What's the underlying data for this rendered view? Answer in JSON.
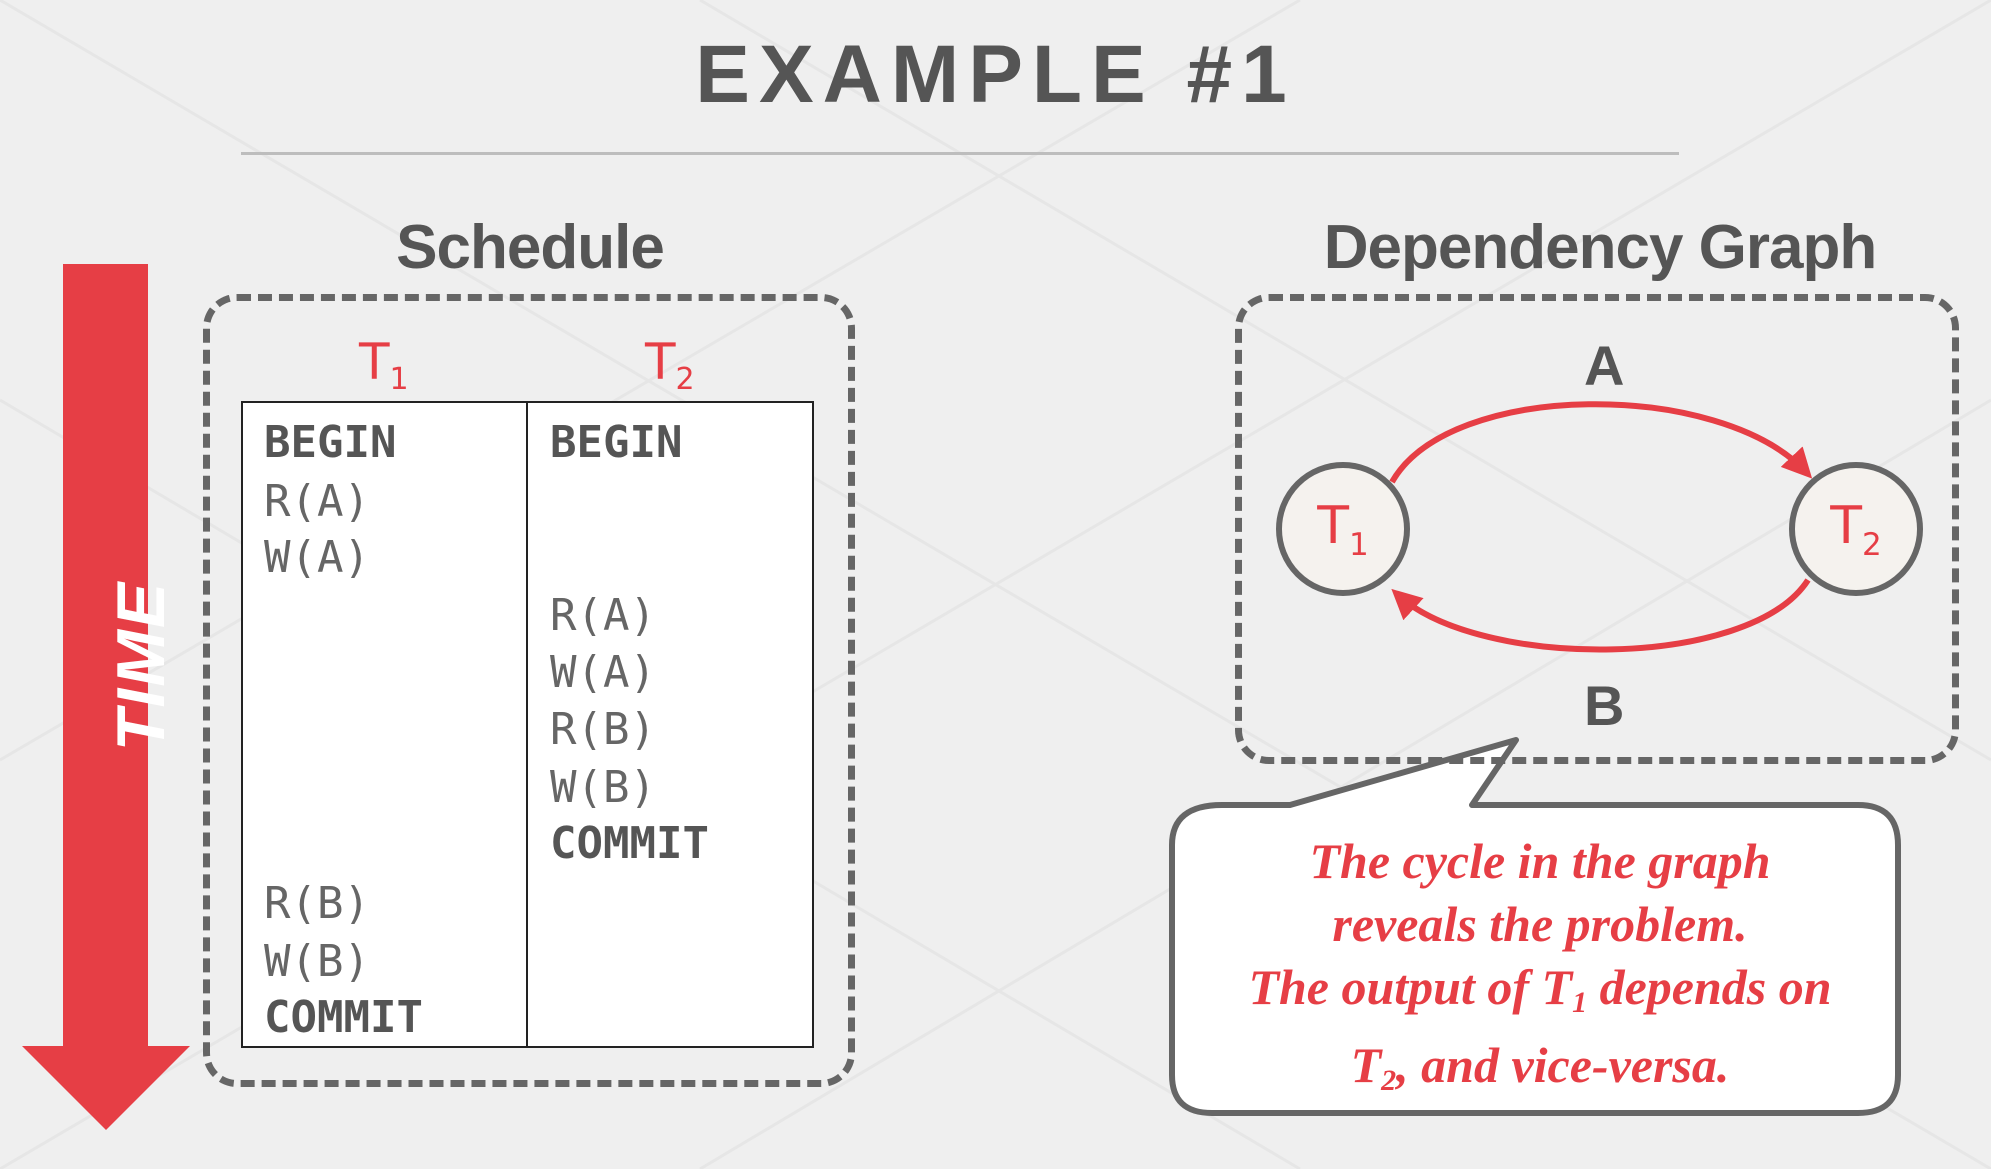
{
  "title": "EXAMPLE #1",
  "time_label": "TIME",
  "schedule": {
    "heading": "Schedule",
    "col1": {
      "name": "T",
      "sub": "1"
    },
    "col2": {
      "name": "T",
      "sub": "2"
    },
    "t1_ops": [
      "BEGIN",
      "R(A)",
      "W(A)",
      "R(B)",
      "W(B)",
      "COMMIT"
    ],
    "t2_ops": [
      "BEGIN",
      "R(A)",
      "W(A)",
      "R(B)",
      "W(B)",
      "COMMIT"
    ]
  },
  "graph": {
    "heading": "Dependency Graph",
    "node1": {
      "name": "T",
      "sub": "1"
    },
    "node2": {
      "name": "T",
      "sub": "2"
    },
    "edge_top": "A",
    "edge_bottom": "B"
  },
  "callout": {
    "line1": "The cycle in the graph",
    "line2": "reveals the problem.",
    "line3a": "The output of T",
    "line3sub": "1",
    "line3b": " depends on",
    "line4a": "T",
    "line4sub": "2",
    "line4b": ", and vice-versa."
  },
  "colors": {
    "accent": "#e63e45",
    "text": "#555555",
    "background": "#efefef"
  },
  "icons": [
    "time-arrow-icon",
    "skull-crossbones-icon",
    "conflict-arrow-icon"
  ]
}
